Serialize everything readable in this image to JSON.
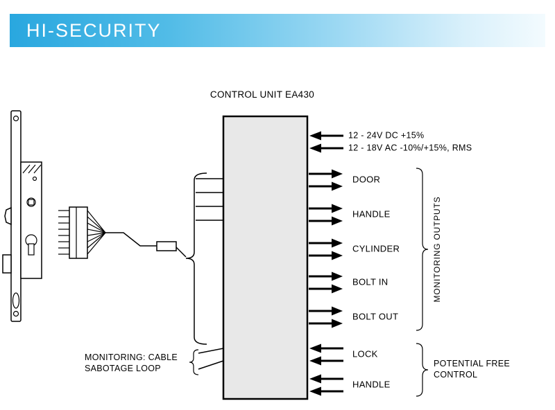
{
  "header": {
    "brand": "HI-SECURITY"
  },
  "diagram": {
    "title": "CONTROL UNIT EA430",
    "power": {
      "line1": "12 - 24V DC  +15%",
      "line2": "12 - 18V AC -10%/+15%, RMS"
    },
    "outputs": {
      "group_label": "MONITORING OUTPUTS",
      "signals": [
        "DOOR",
        "HANDLE",
        "CYLINDER",
        "BOLT IN",
        "BOLT OUT"
      ]
    },
    "control": {
      "group_label_line1": "POTENTIAL FREE",
      "group_label_line2": "CONTROL",
      "signals": [
        "LOCK",
        "HANDLE"
      ]
    },
    "sabotage": {
      "line1": "MONITORING: CABLE",
      "line2": "SABOTAGE LOOP"
    }
  }
}
